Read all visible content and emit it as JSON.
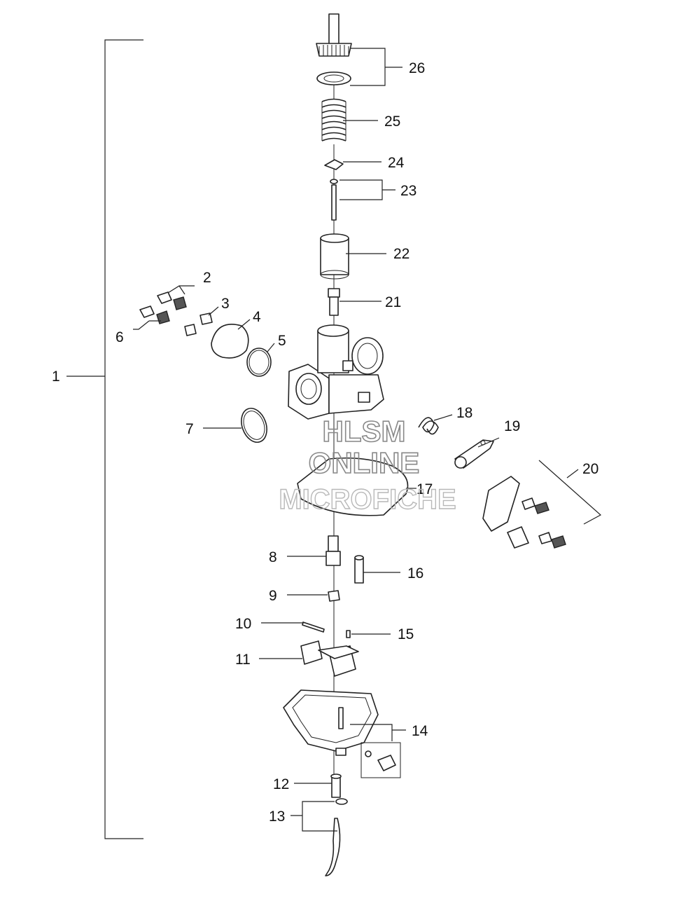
{
  "callouts": {
    "c1": "1",
    "c2": "2",
    "c3": "3",
    "c4": "4",
    "c5": "5",
    "c6": "6",
    "c7": "7",
    "c8": "8",
    "c9": "9",
    "c10": "10",
    "c11": "11",
    "c12": "12",
    "c13": "13",
    "c14": "14",
    "c15": "15",
    "c16": "16",
    "c17": "17",
    "c18": "18",
    "c19": "19",
    "c20": "20",
    "c21": "21",
    "c22": "22",
    "c23": "23",
    "c24": "24",
    "c25": "25",
    "c26": "26"
  },
  "watermark": {
    "line1": "HLSM",
    "line2": "ONLINE",
    "line3": "MICROFICHE"
  },
  "colors": {
    "line": "#222222",
    "watermark_outline": "#888888",
    "watermark_light": "#b8b8b8"
  }
}
